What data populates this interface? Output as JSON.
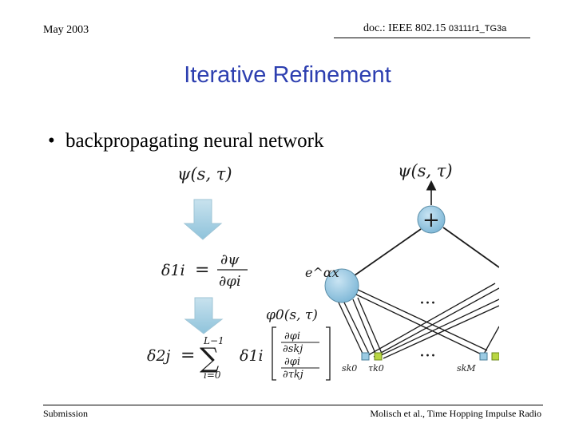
{
  "header": {
    "date": "May 2003",
    "doc_prefix": "doc.: IEEE 802.15",
    "doc_number": "03111r1_TG3a"
  },
  "slide": {
    "title": "Iterative Refinement",
    "bullet": "backpropagating neural network"
  },
  "figure": {
    "eq_psi": "ψ(s, τ)",
    "eq_delta1_lhs": "δ1i",
    "eq_delta1_num": "∂ψ",
    "eq_delta1_den": "∂φi",
    "eq_phi0": "φ0(s, τ)",
    "eq_delta2_lhs": "δ2j",
    "eq_sum_top": "L−1",
    "eq_sum_bottom": "i=0",
    "eq_sum_term": "δ1i",
    "eq_matrix_top_num": "∂φi",
    "eq_matrix_top_den": "∂skj",
    "eq_matrix_bot_num": "∂φi",
    "eq_matrix_bot_den": "∂τkj",
    "net_output": "ψ(s, τ)",
    "net_plus": "+",
    "net_activation": "e^αx",
    "net_dots_upper": "···",
    "net_dots_lower": "···",
    "net_input_sk0": "sk0",
    "net_input_tk0": "τk0",
    "net_input_skM": "skM"
  },
  "footer": {
    "left": "Submission",
    "right": "Molisch et al., Time  Hopping Impulse Radio"
  }
}
